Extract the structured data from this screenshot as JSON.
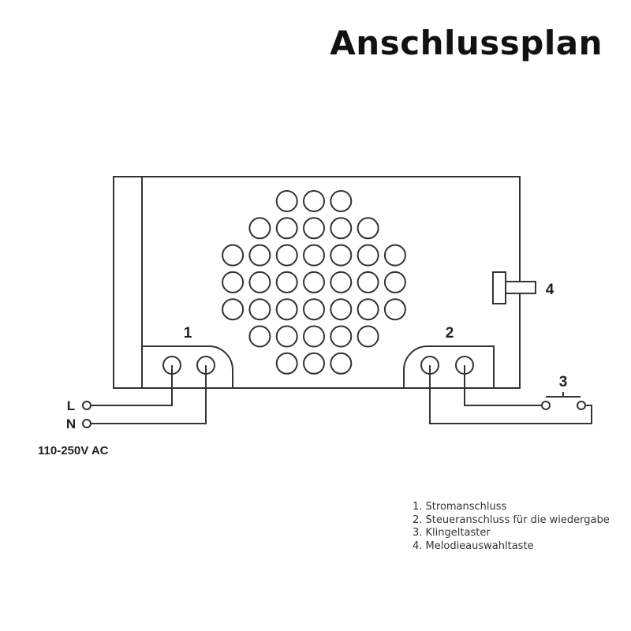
{
  "title": "Anschlussplan",
  "labels": {
    "terminal1": "1",
    "terminal2": "2",
    "button3": "3",
    "knob4": "4",
    "L": "L",
    "N": "N"
  },
  "voltage": "110-250V AC",
  "legend": [
    "1.  Stromanschluss",
    "2. Steueranschluss für die wiedergabe",
    "3. Klingeltaster",
    "4. Melodieauswahltaste"
  ]
}
